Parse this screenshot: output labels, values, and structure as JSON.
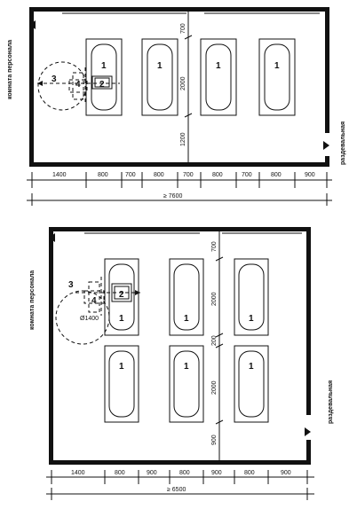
{
  "plan_top": {
    "room_staff": "комната персонала",
    "room_changing": "раздевальная",
    "bath_number": "1",
    "item_labels": [
      "2",
      "3",
      "4"
    ],
    "dims_horizontal": [
      "1400",
      "800",
      "700",
      "800",
      "700",
      "800",
      "700",
      "800",
      "900"
    ],
    "dims_vertical": [
      "700",
      "2000",
      "1200"
    ],
    "overall": "≥ 7600"
  },
  "plan_bottom": {
    "room_staff": "комната персонала",
    "room_changing": "раздевальная",
    "bath_number": "1",
    "item_labels": [
      "2",
      "3",
      "4"
    ],
    "diameter": "Ø1400",
    "dims_horizontal": [
      "1400",
      "800",
      "900",
      "800",
      "900",
      "800",
      "900"
    ],
    "dims_vertical": [
      "700",
      "2000",
      "200",
      "2000",
      "900"
    ],
    "overall": "≥ 6500"
  }
}
